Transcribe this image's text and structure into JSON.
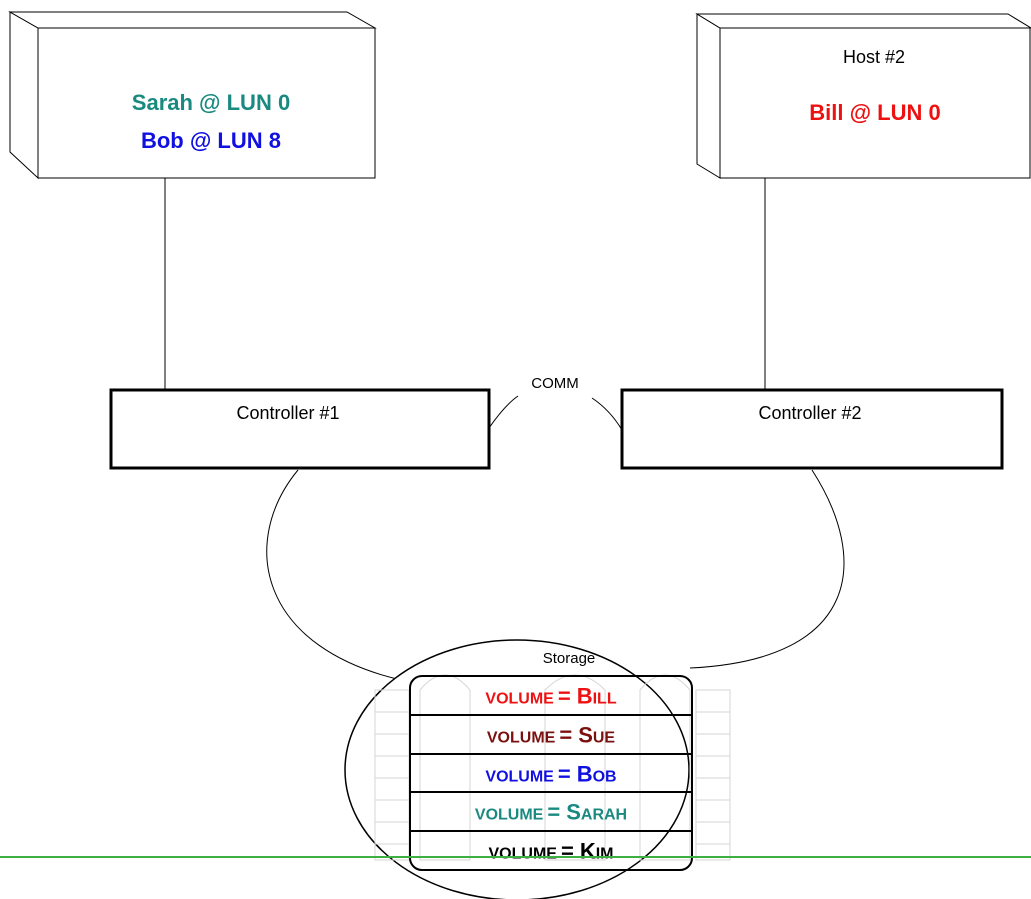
{
  "host1": {
    "title": "",
    "luns": [
      {
        "text": "Sarah @ LUN 0",
        "color": "#1a8a80"
      },
      {
        "text": "Bob @ LUN 8",
        "color": "#1010e0"
      }
    ]
  },
  "host2": {
    "title": "Host #2",
    "luns": [
      {
        "text": "Bill @ LUN 0",
        "color": "#ee1111"
      }
    ]
  },
  "controller1": {
    "label": "Controller #1"
  },
  "controller2": {
    "label": "Controller #2"
  },
  "comm": {
    "label": "COMM"
  },
  "storage": {
    "label": "Storage",
    "volumes": [
      {
        "prefix": "volume",
        "eq": "=",
        "first": "B",
        "rest": "ILL",
        "color": "#ee1111"
      },
      {
        "prefix": "volume",
        "eq": "=",
        "first": "S",
        "rest": "UE",
        "color": "#7a1010"
      },
      {
        "prefix": "volume",
        "eq": "=",
        "first": "B",
        "rest": "OB",
        "color": "#1010e0"
      },
      {
        "prefix": "volume",
        "eq": "=",
        "first": "S",
        "rest": "ARAH",
        "color": "#1a8a80"
      },
      {
        "prefix": "volume",
        "eq": "=",
        "first": "K",
        "rest": "IM",
        "color": "#000000"
      }
    ]
  },
  "footer_rule_color": "#3cb043"
}
